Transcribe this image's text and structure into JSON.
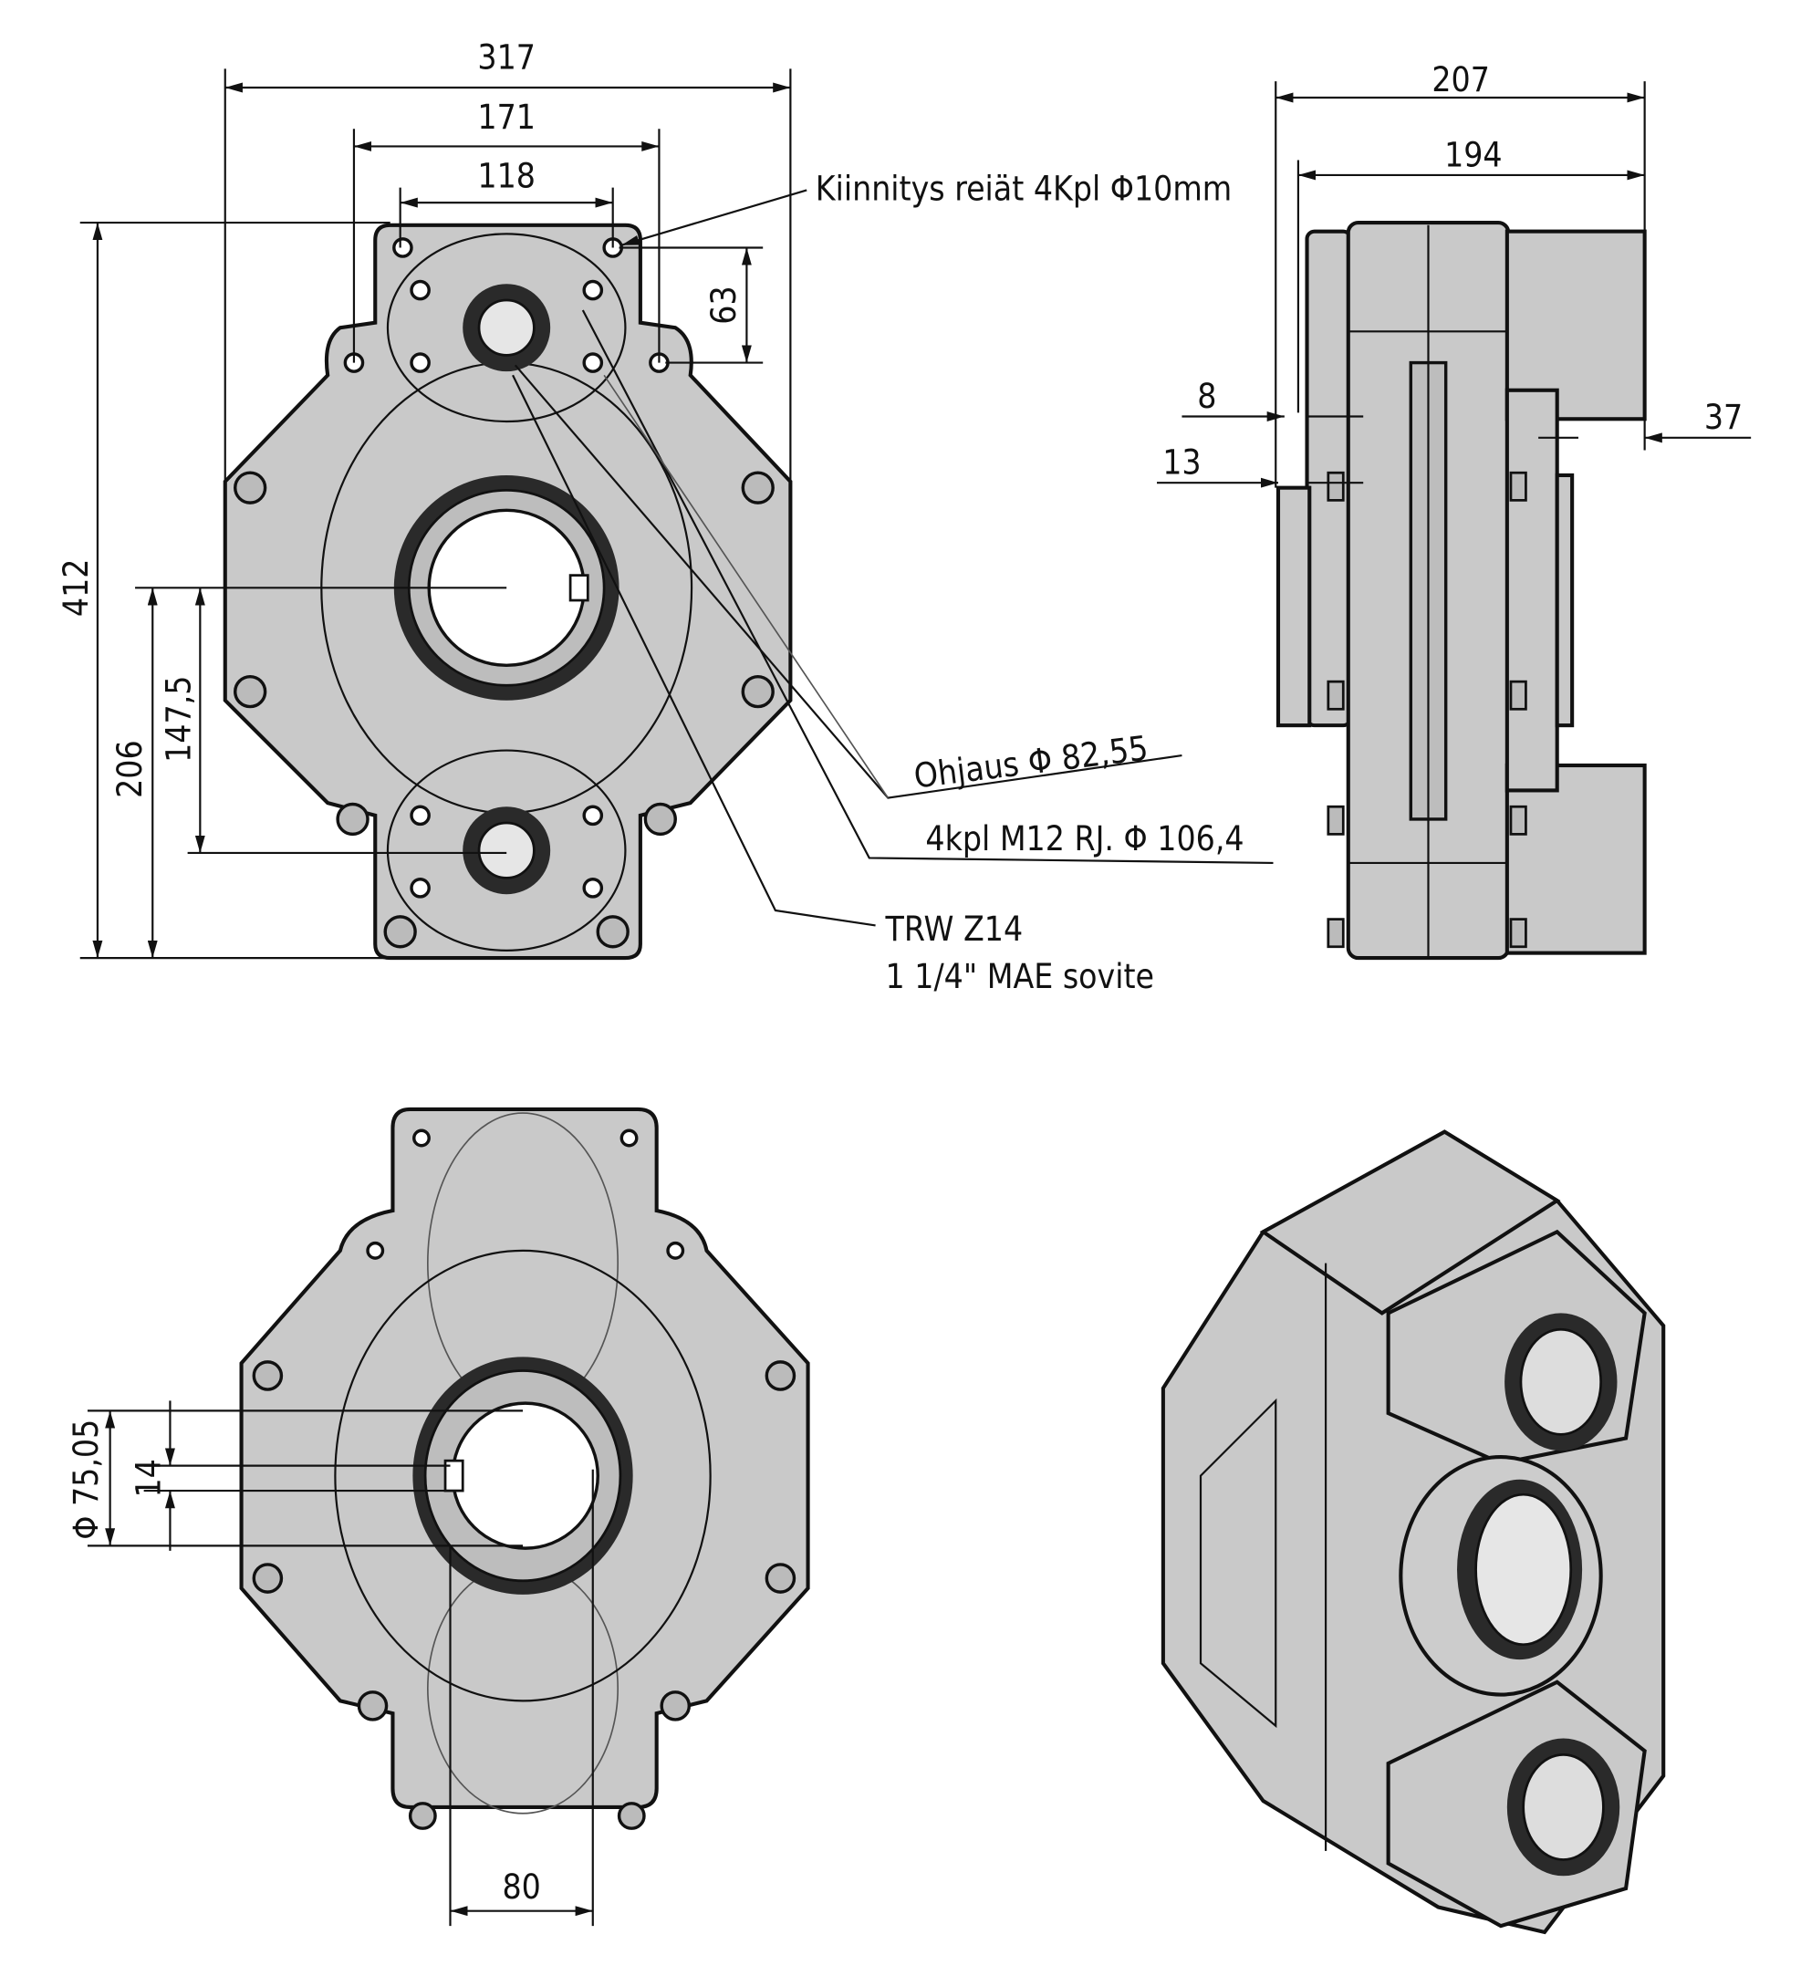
{
  "front_view": {
    "dims": {
      "overall_width": "317",
      "mount_width": "171",
      "top_hub_width": "118",
      "overall_height": "412",
      "center_height": "206",
      "lower_offset": "147,5",
      "mount_hole_spacing": "63"
    },
    "callouts": {
      "mount_holes": "Kiinnitys reiät 4Kpl Φ10mm",
      "pilot": "Ohjaus Φ 82,55",
      "bolt_circle": "4kpl M12 RJ. Φ 106,4",
      "spline_line1": "TRW Z14",
      "spline_line2": "1 1/4\" MAE sovite"
    }
  },
  "side_view": {
    "dims": {
      "overall_depth": "207",
      "body_depth": "194",
      "flange_8": "8",
      "flange_13": "13",
      "hub_37": "37"
    }
  },
  "rear_view": {
    "dims": {
      "bore_diameter": "Φ 75,05",
      "keyway": "14",
      "key_offset": "80"
    }
  },
  "colors": {
    "body": "#c9c9c9",
    "line": "#111111"
  }
}
